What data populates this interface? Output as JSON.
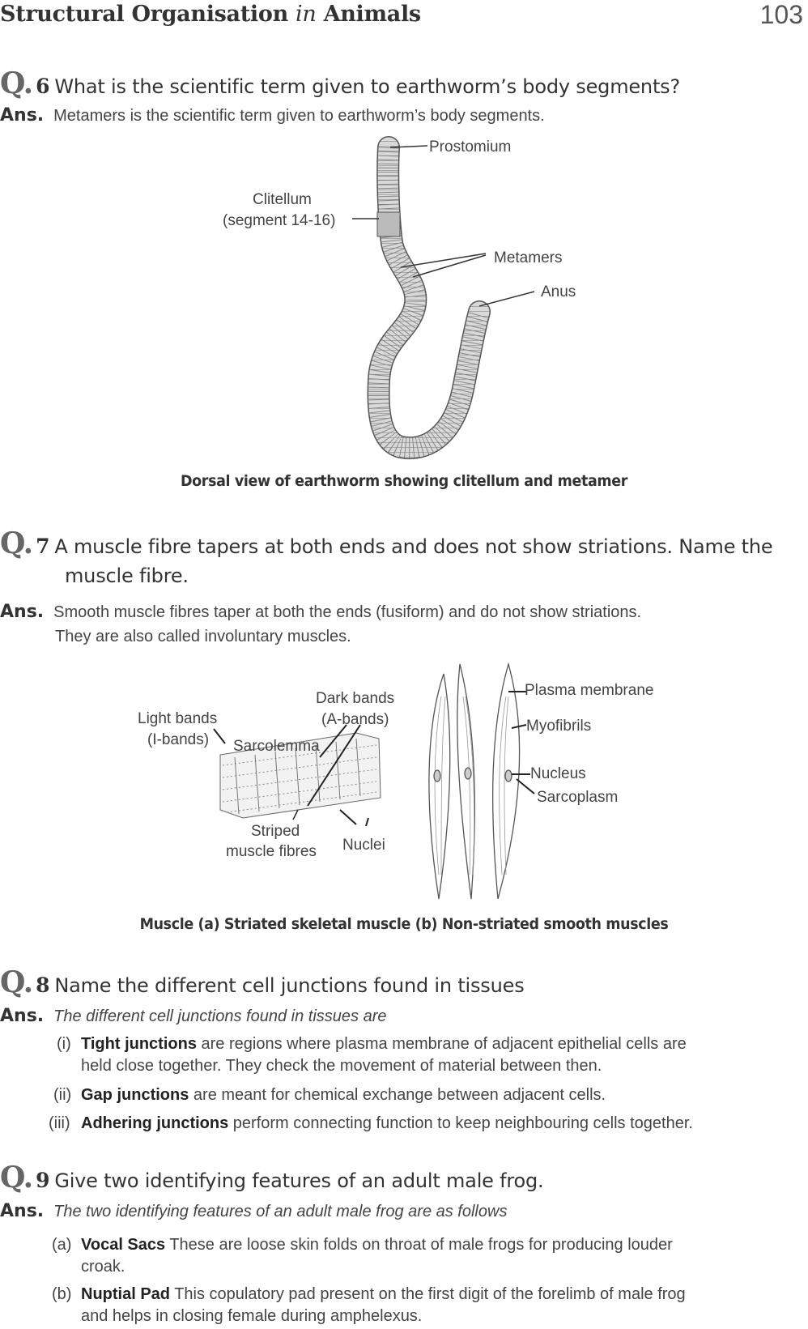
{
  "header": {
    "title_a": "Structural Organisation",
    "title_in": "in",
    "title_b": "Animals",
    "page_number": "103"
  },
  "q6": {
    "qmark": "Q.",
    "number": "6",
    "question": "What is the scientific term given to earthworm’s body segments?",
    "ans_label": "Ans.",
    "answer": "Metamers is the scientific term given to earthworm’s body segments.",
    "figure": {
      "labels": {
        "prostomium": "Prostomium",
        "clitellum_1": "Clitellum",
        "clitellum_2": "(segment 14-16)",
        "metamers": "Metamers",
        "anus": "Anus"
      },
      "caption": "Dorsal view of earthworm showing clitellum and metamer"
    }
  },
  "q7": {
    "qmark": "Q.",
    "number": "7",
    "question_line1": "A muscle fibre tapers at both ends and does not show striations. Name the",
    "question_line2": "muscle fibre.",
    "ans_label": "Ans.",
    "answer_line1": "Smooth muscle fibres taper at both the ends (fusiform) and do not show striations.",
    "answer_line2": "They are also called involuntary muscles.",
    "figure": {
      "labels": {
        "light_bands_1": "Light bands",
        "light_bands_2": "(I-bands)",
        "dark_bands_1": "Dark bands",
        "dark_bands_2": "(A-bands)",
        "sarcolemma": "Sarcolemma",
        "striped_1": "Striped",
        "striped_2": "muscle fibres",
        "nuclei": "Nuclei",
        "plasma_membrane": "Plasma membrane",
        "myofibrils": "Myofibrils",
        "nucleus": "Nucleus",
        "sarcoplasm": "Sarcoplasm"
      },
      "caption": "Muscle (a) Striated skeletal muscle (b) Non-striated smooth muscles"
    }
  },
  "q8": {
    "qmark": "Q.",
    "number": "8",
    "question": "Name the different cell junctions found in tissues",
    "ans_label": "Ans.",
    "answer": "The different cell junctions found in tissues are",
    "items": [
      {
        "num": "(i)",
        "term": "Tight junctions",
        "text_1": "are regions where plasma membrane of adjacent epithelial cells are",
        "text_2": "held close together. They check the movement of material between then."
      },
      {
        "num": "(ii)",
        "term": "Gap junctions",
        "text_1": "are meant for chemical exchange between adjacent cells."
      },
      {
        "num": "(iii)",
        "term": "Adhering junctions",
        "text_1": "perform connecting function to keep neighbouring cells together."
      }
    ]
  },
  "q9": {
    "qmark": "Q.",
    "number": "9",
    "question": "Give two identifying features of an adult male frog.",
    "ans_label": "Ans.",
    "answer": "The two identifying features of an adult male frog are as follows",
    "items": [
      {
        "num": "(a)",
        "term": "Vocal Sacs",
        "text_1": "These are loose skin folds on throat of male frogs for producing louder",
        "text_2": "croak."
      },
      {
        "num": "(b)",
        "term": "Nuptial Pad",
        "text_1": "This copulatory pad present on the first digit of the forelimb of male frog",
        "text_2": "and helps in closing female during amphelexus."
      }
    ]
  }
}
